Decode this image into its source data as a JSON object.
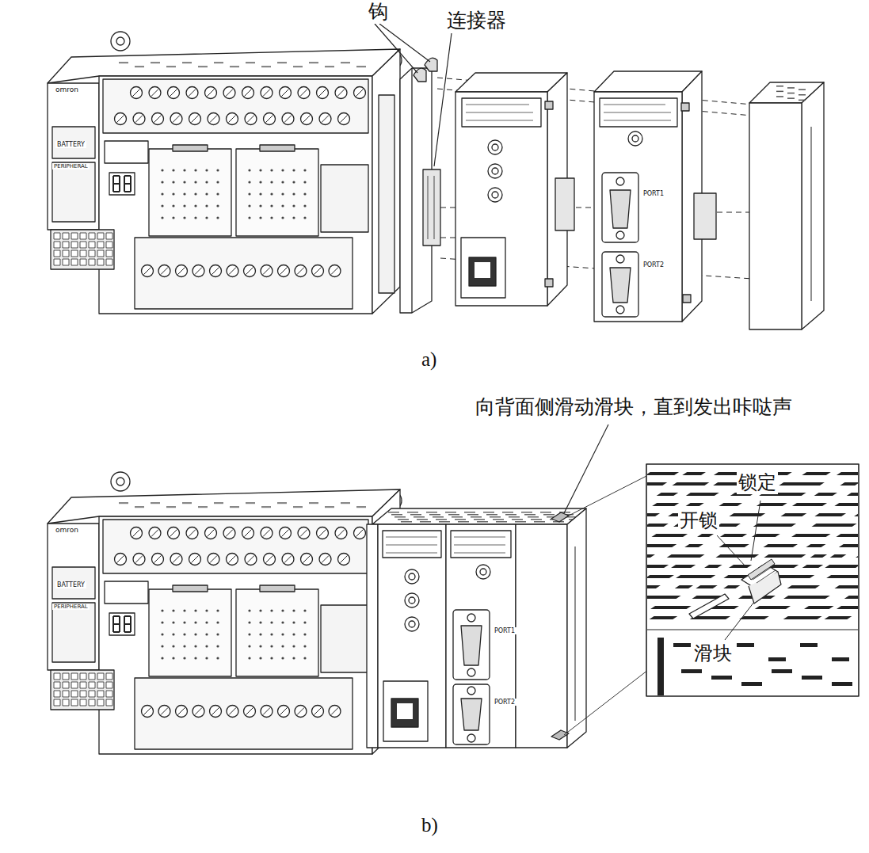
{
  "diagram": {
    "labels": [
      "钩",
      "连接器",
      "omron",
      "BATTERY",
      "PERIPHERAL",
      "PORT1",
      "PORT2",
      "a)",
      "向背面侧滑动滑块，直到发出咔哒声",
      "锁定",
      "开锁",
      "滑块",
      "omron",
      "BATTERY",
      "PERIPHERAL",
      "PORT1",
      "PORT2",
      "b)"
    ]
  }
}
